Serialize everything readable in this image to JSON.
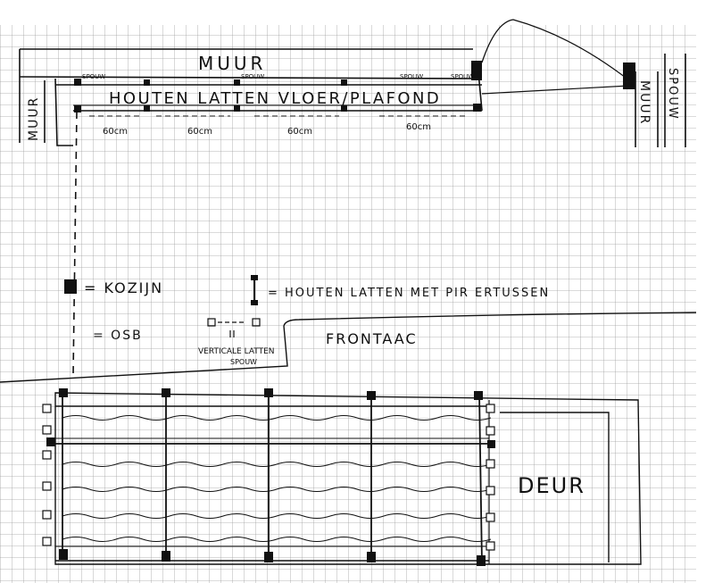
{
  "labels": {
    "muur_top": "MUUR",
    "muur_left": "MUUR",
    "muur_right": "MUUR",
    "spouw_right": "SPOUW",
    "spouw_1": "SPOUW",
    "spouw_2": "SPOUW",
    "spouw_3": "SPOUW",
    "spouw_4": "SPOUW",
    "floor": "HOUTEN LATTEN VLOER/PLAFOND",
    "dim_1": "60cm",
    "dim_2": "60cm",
    "dim_3": "60cm",
    "dim_4": "60cm",
    "frontaal": "FRONTAAC",
    "deur": "DEUR"
  },
  "legend": {
    "kozijn": "= KOZIJN",
    "latten": "= HOUTEN LATTEN MET PIR ERTUSSEN",
    "osb": "= OSB",
    "verticale": "VERTICALE LATTEN",
    "spouw": "SPOUW"
  },
  "colors": {
    "ink": "#111111",
    "grid": "#9a9a9a",
    "paper": "#ffffff"
  }
}
